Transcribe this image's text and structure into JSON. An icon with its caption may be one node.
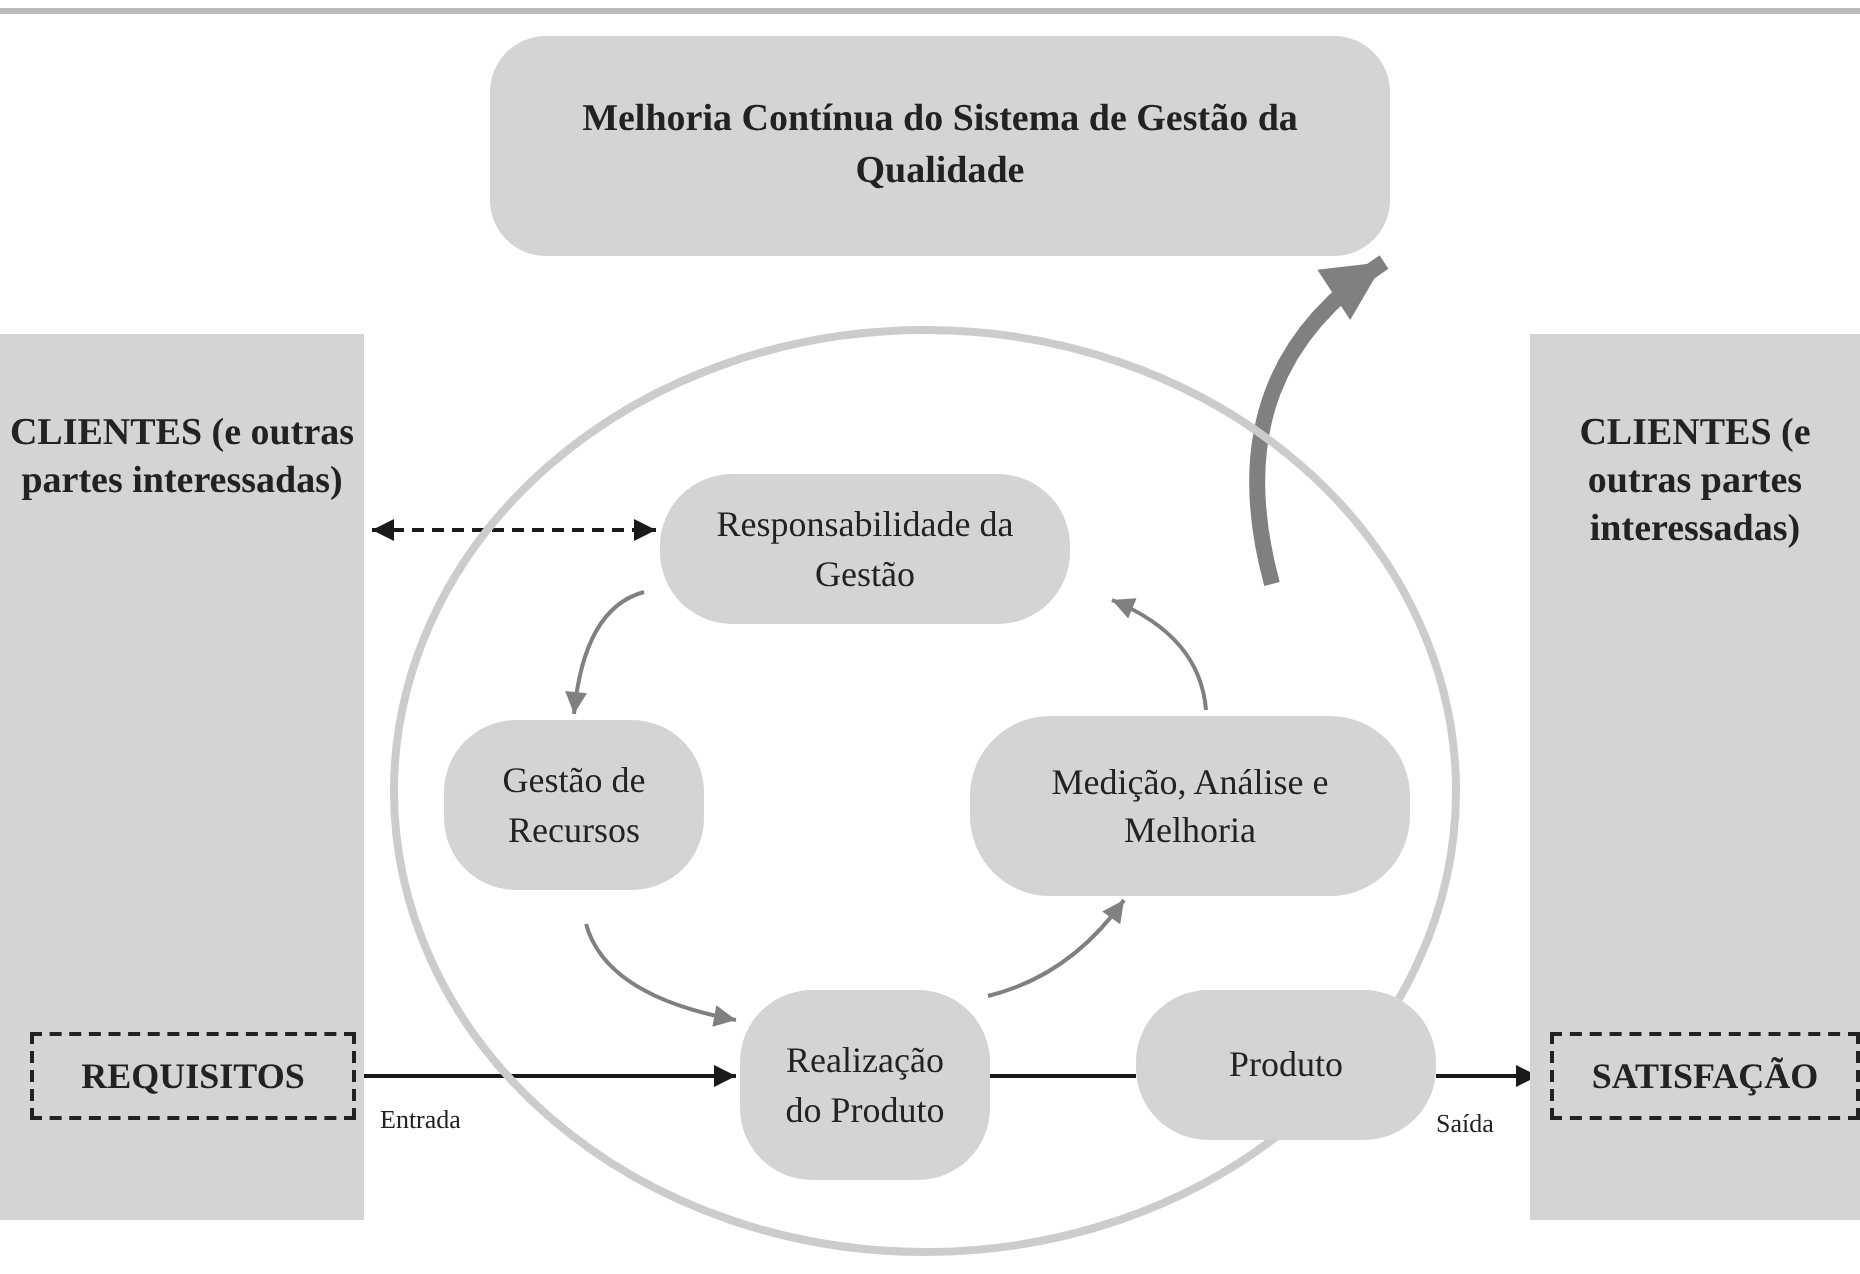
{
  "diagram": {
    "nodes": [
      {
        "text": [
          "Melhoria Contínua do Sistema de Gestão da Qualidade"
        ]
      },
      {
        "text": [
          "CLIENTES (e outras partes interessadas)"
        ]
      },
      {
        "text": [
          "REQUISITOS"
        ],
        "in": 1
      },
      {
        "text": [],
        "shape": "circle"
      },
      {
        "text": [
          "Responsabilidade da Gestão"
        ],
        "in": 3
      },
      {
        "text": [
          "Gestão de Recursos"
        ],
        "in": 3
      },
      {
        "text": [
          "Medição, Análise e Melhoria"
        ],
        "in": 3
      },
      {
        "text": [
          "Realização do Produto"
        ],
        "in": 3
      },
      {
        "text": [
          "Produto"
        ],
        "in": 3
      },
      {
        "text": [
          "CLIENTES (e outras partes interessadas)"
        ]
      },
      {
        "text": [
          "SATISFAÇÃO"
        ],
        "in": 9
      }
    ],
    "edges": [
      {
        "from": 1,
        "to": 4,
        "arrow": "both",
        "style": "dashed",
        "color": "#1a1a1a"
      },
      {
        "from": 4,
        "to": 5,
        "arrow": "to"
      },
      {
        "from": 5,
        "to": 7,
        "arrow": "to"
      },
      {
        "from": 7,
        "to": 6,
        "arrow": "to"
      },
      {
        "from": 6,
        "to": 4,
        "arrow": "to"
      },
      {
        "from": 3,
        "to": 0,
        "arrow": "to",
        "style": "thick"
      },
      {
        "from": 2,
        "to": 7,
        "arrow": "to",
        "label": "Entrada",
        "color": "#1a1a1a"
      },
      {
        "from": 7,
        "to": 8,
        "arrow": "none",
        "color": "#1a1a1a"
      },
      {
        "from": 8,
        "to": 10,
        "arrow": "to",
        "label": "Saída",
        "color": "#1a1a1a"
      }
    ]
  }
}
